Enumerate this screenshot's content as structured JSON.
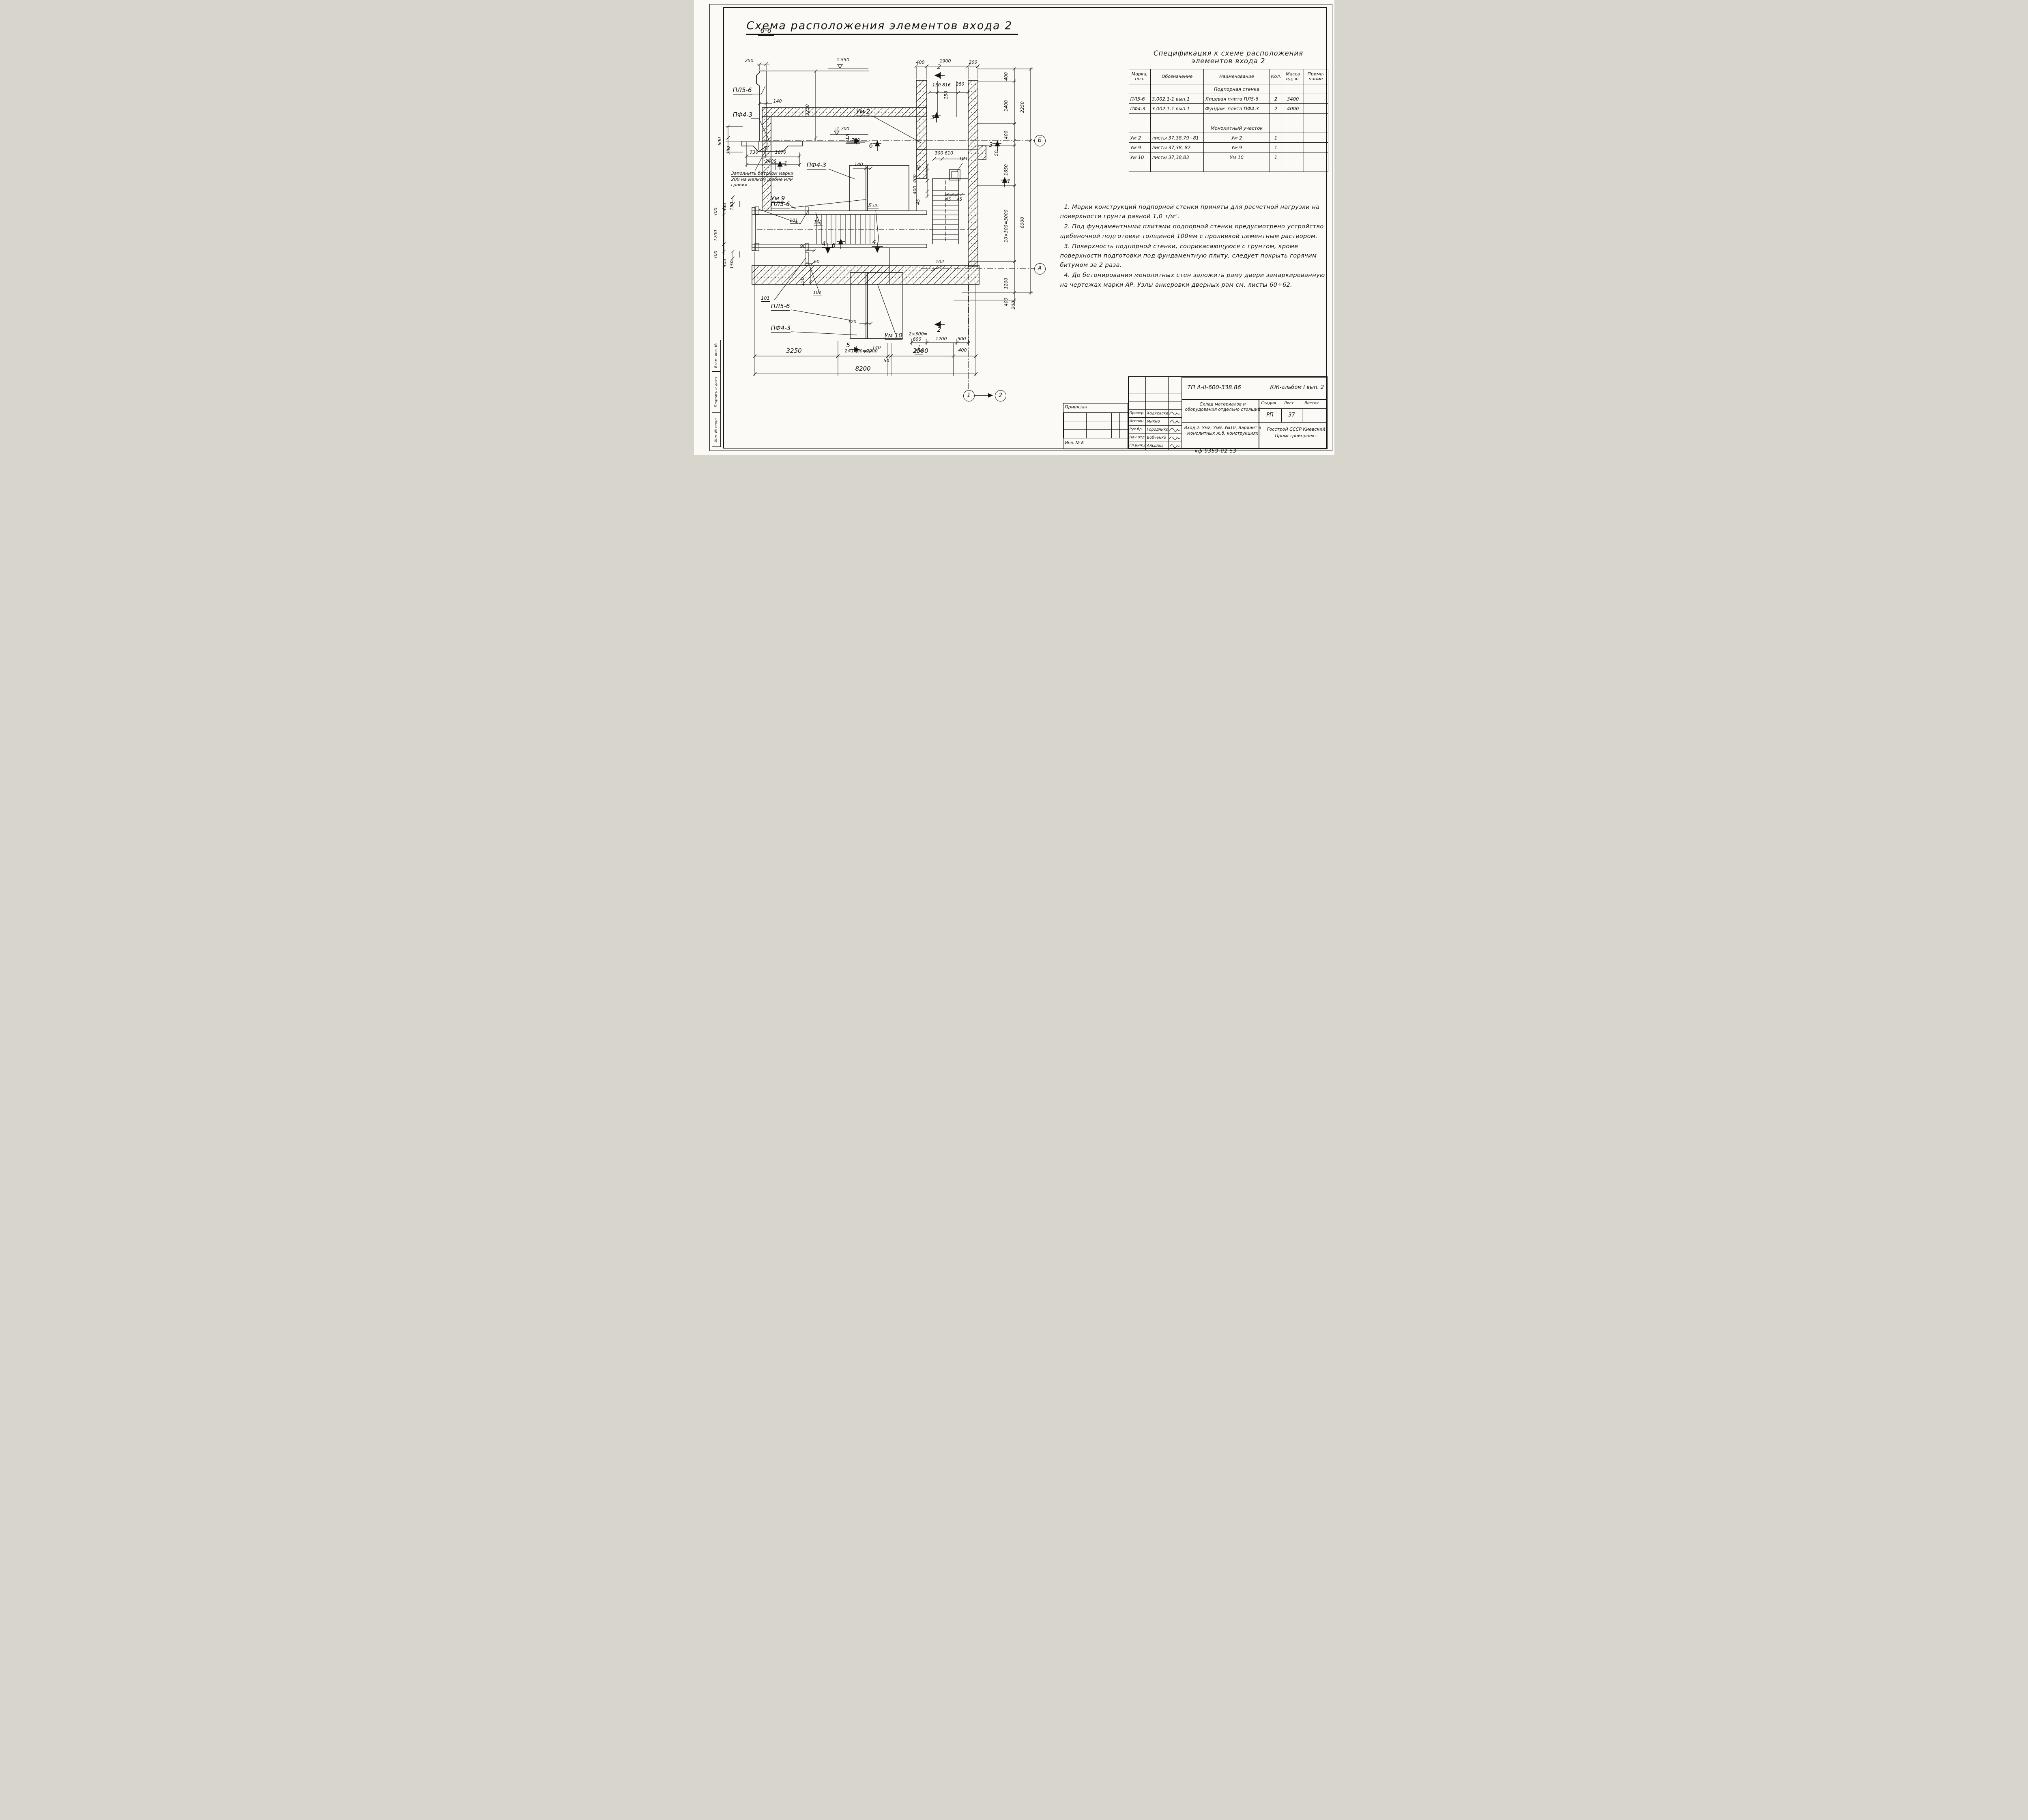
{
  "sheet": {
    "title": "Схема расположения   элементов входа 2",
    "code_bottom": "кф 9359-02   53"
  },
  "section66": {
    "title": "6-6",
    "dim_250_top": "250",
    "level_top": "1.550",
    "lbl_pl": "ПЛ5-6",
    "dim_140": "140",
    "dim_3250": "3250",
    "lbl_pf": "ПФ4-3",
    "level_bottom": "-1.700",
    "dim_600": "600",
    "dim_250_left": "250",
    "dim_730": "730",
    "dim_1670": "1670",
    "dim_2400": "2400",
    "note_l1": "Заполнить бетоном марки",
    "note_l2": "200 на мелком щебне или",
    "note_l3": "гравии"
  },
  "plan": {
    "callout_um2": "Ум 2",
    "callout_um9": "Ум 9",
    "callout_um10": "Ум 10",
    "lbl_pl56": "ПЛ5-6",
    "lbl_pf43": "ПФ4-3",
    "level_m1700": "-1.700",
    "lbl_dsh": "Д.ш.",
    "c101": "101",
    "c102": "102",
    "c103": "103",
    "mark1": "1",
    "mark2": "2",
    "mark3": "3",
    "mark4": "4",
    "mark5": "5",
    "mark6": "6",
    "top400": "400",
    "top1900": "1900",
    "top200": "200",
    "d150816": "150 816",
    "d280": "280",
    "d150v": "150",
    "d300610": "300 610",
    "d45": "45",
    "d400": "400",
    "d90": "90",
    "d60": "60",
    "d150low": "150",
    "d120": "120",
    "d140plate": "140",
    "d140bot": "140",
    "r400": "400",
    "r1400": "1400",
    "r2250": "2250",
    "r50": "50",
    "r1650": "1650",
    "r3000": "10×300=3000",
    "r1200": "1200",
    "r6000": "6000",
    "r200": "200",
    "l300": "300",
    "l1200": "1200",
    "l405": "405",
    "l150": "150",
    "low2x300a": "2×300=",
    "low2x300b": "600",
    "low200": "200",
    "low1200": "1200",
    "low500": "500",
    "b3250": "3250",
    "b2000": "2×1000=2000",
    "b50": "50",
    "b2500": "2500",
    "b400": "400",
    "b8200": "8200",
    "axA": "А",
    "axB": "Б",
    "ax1": "1",
    "ax2": "2"
  },
  "spec": {
    "title1": "Спецификация   к схеме расположения",
    "title2": "элементов  входа 2",
    "headers": [
      "Марка, поз.",
      "Обозначение",
      "Наименование",
      "Кол.",
      "Масса ед, кг",
      "Приме-чание"
    ],
    "rows": [
      [
        "",
        "",
        "Подпорная стенка",
        "",
        "",
        ""
      ],
      [
        "ПЛ5-6",
        "3.002.1-1 вып.1",
        "Лицевая плита ПЛ5-6",
        "2",
        "3400",
        ""
      ],
      [
        "ПФ4-3",
        "3.002.1-1 вып.1",
        "Фундам. плита ПФ4-3",
        "2",
        "4000",
        ""
      ],
      [
        "",
        "",
        "",
        "",
        "",
        ""
      ],
      [
        "",
        "",
        "Монолитный участок",
        "",
        "",
        ""
      ],
      [
        "Ум 2",
        "листы 37,38,79÷81",
        "Ум 2",
        "1",
        "",
        ""
      ],
      [
        "Ум 9",
        "листы 37,38, 82",
        "Ум 9",
        "1",
        "",
        ""
      ],
      [
        "Ум 10",
        "листы 37,38,83",
        "Ум 10",
        "1",
        "",
        ""
      ],
      [
        "",
        "",
        "",
        "",
        "",
        ""
      ]
    ]
  },
  "notes": {
    "n1": "1. Марки конструкций подпорной стенки приняты для расчетной нагрузки на поверхности грунта равной 1,0 т/м².",
    "n2": "2. Под фундаментными плитами подпорной стенки предусмотрено устройство щебеночной подготовки толщиной 100мм с проливкой цементным раствором.",
    "n3": "3. Поверхность подпорной стенки, соприкасающуюся с грунтом, кроме поверхности подготовки под фундаментную плиту, следует покрыть горячим битумом за 2 раза.",
    "n4": "4. До бетонирования монолитных стен заложить раму двери замаркированную на чертежах марки АР. Узлы анкеровки дверных рам см. листы 60÷62."
  },
  "stamp": {
    "doc": "ТП А-II-600-338.86",
    "album": "КЖ-альбом I вып. 2",
    "object": "Склад материалов и оборудования отдельно стоящий",
    "sheet_title": "Вход 2. Ум2, Ум9, Ум10. Вариант в монолитных ж.б. конструкциях",
    "org": "Госстрой СССР Киевский Промстройпроект",
    "stage_h": "Стадия",
    "sheet_h": "Лист",
    "sheets_h": "Листов",
    "stage": "РП",
    "sheet_no": "37",
    "attached": "Привязан",
    "inv": "Инв. № 8",
    "roles": [
      {
        "role": "Провер.",
        "name": "Ходкевская"
      },
      {
        "role": "Исполн.",
        "name": "Михно"
      },
      {
        "role": "Рук.бр.",
        "name": "Городчиков"
      },
      {
        "role": "Нач.отд",
        "name": "Бобченко"
      },
      {
        "role": "Гл.инж.пр",
        "name": "Альшиц"
      }
    ],
    "side0": "Взам. инв. №",
    "side1": "Подпись и дата",
    "side2": "Инв. № подл."
  }
}
